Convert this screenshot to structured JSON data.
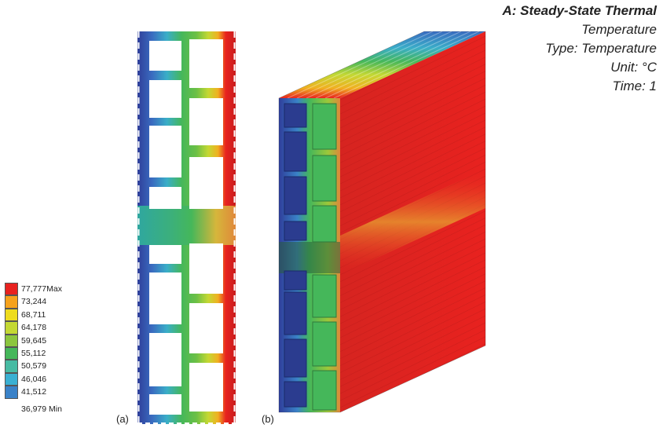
{
  "title": {
    "main": "A: Steady-State Thermal",
    "line2": "Temperature",
    "line3": "Type: Temperature",
    "line4": "Unit: °C",
    "line5": "Time: 1"
  },
  "legend": {
    "items": [
      {
        "label": "77,777Max",
        "color": "#e8221f"
      },
      {
        "label": "73,244",
        "color": "#f6a21c"
      },
      {
        "label": "68,711",
        "color": "#eedc1e"
      },
      {
        "label": "64,178",
        "color": "#c4d833"
      },
      {
        "label": "59,645",
        "color": "#8cc63e"
      },
      {
        "label": "55,112",
        "color": "#45b75a"
      },
      {
        "label": "50,579",
        "color": "#47bba3"
      },
      {
        "label": "46,046",
        "color": "#3ab0d2"
      },
      {
        "label": "41,512",
        "color": "#3a82c8"
      },
      {
        "label": "36,979 Min",
        "color": ""
      }
    ]
  },
  "captions": {
    "a": "(a)",
    "b": "(b)"
  }
}
